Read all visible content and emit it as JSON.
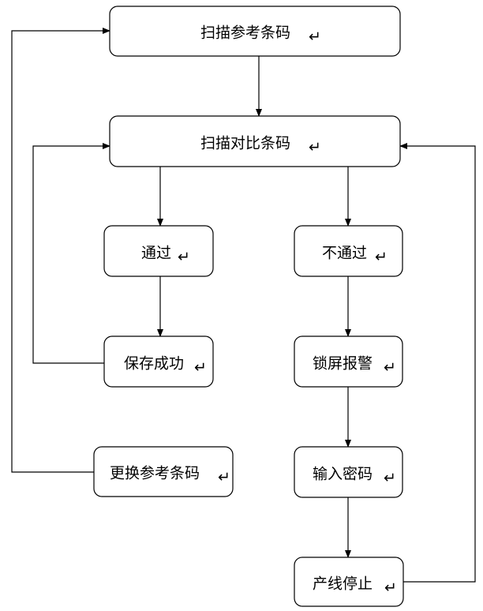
{
  "nodes": {
    "scan_reference": "扫描参考条码",
    "scan_compare": "扫描对比条码",
    "pass": "通过",
    "fail": "不通过",
    "save_success": "保存成功",
    "lock_alarm": "锁屏报警",
    "change_reference": "更换参考条码",
    "enter_password": "输入密码",
    "line_stop": "产线停止"
  },
  "paragraph_mark": "↵",
  "colors": {
    "stroke": "#000000",
    "background": "#ffffff"
  }
}
